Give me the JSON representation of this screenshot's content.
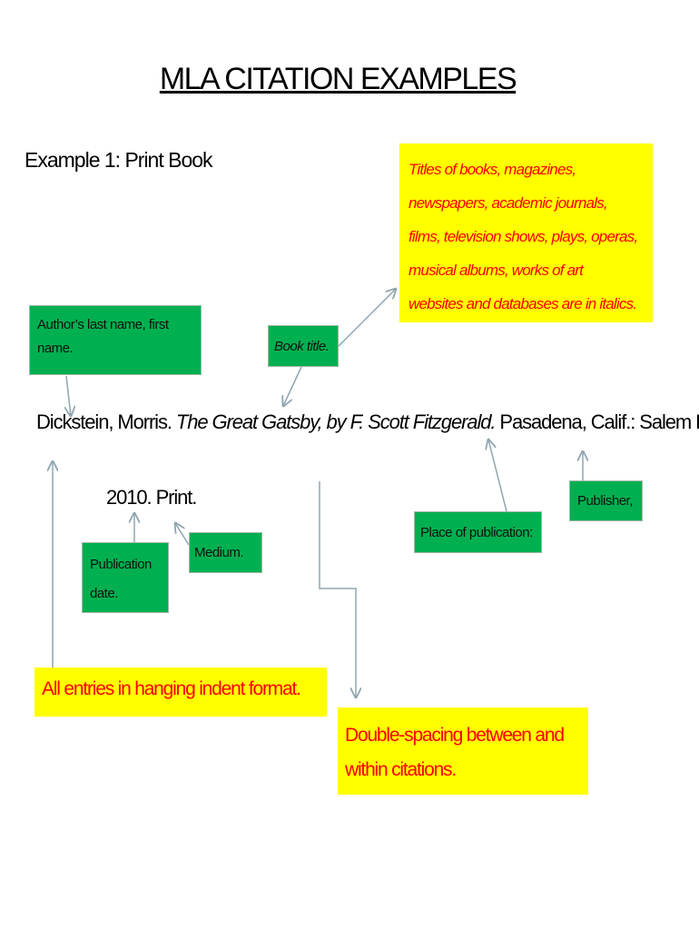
{
  "title": "MLA CITATION EXAMPLES",
  "example_heading": "Example 1: Print Book",
  "italics_note": [
    "Titles of books, magazines,",
    "newspapers, academic journals,",
    "films, television shows, plays, operas,",
    "musical albums, works of art",
    "websites and databases are in italics."
  ],
  "labels": {
    "author": [
      "Author’s last name, first",
      "name."
    ],
    "book_title": "Book title.",
    "publication_date": [
      "Publication",
      "date."
    ],
    "medium": "Medium.",
    "place": "Place of publication:",
    "publisher": "Publisher,"
  },
  "citation": {
    "author": "Dickstein, Morris.",
    "title": "The Great Gatsby, by F. Scott Fitzgerald.",
    "rest": "Pasadena, Calif.: Salem Press,",
    "line2": "2010. Print."
  },
  "hanging_note": "All entries in hanging indent format.",
  "spacing_note": [
    "Double-spacing between and",
    "within citations."
  ],
  "colors": {
    "green": "#00b050",
    "yellow": "#ffff00",
    "red": "#ff0000",
    "arrow": "#8fa5b0"
  }
}
